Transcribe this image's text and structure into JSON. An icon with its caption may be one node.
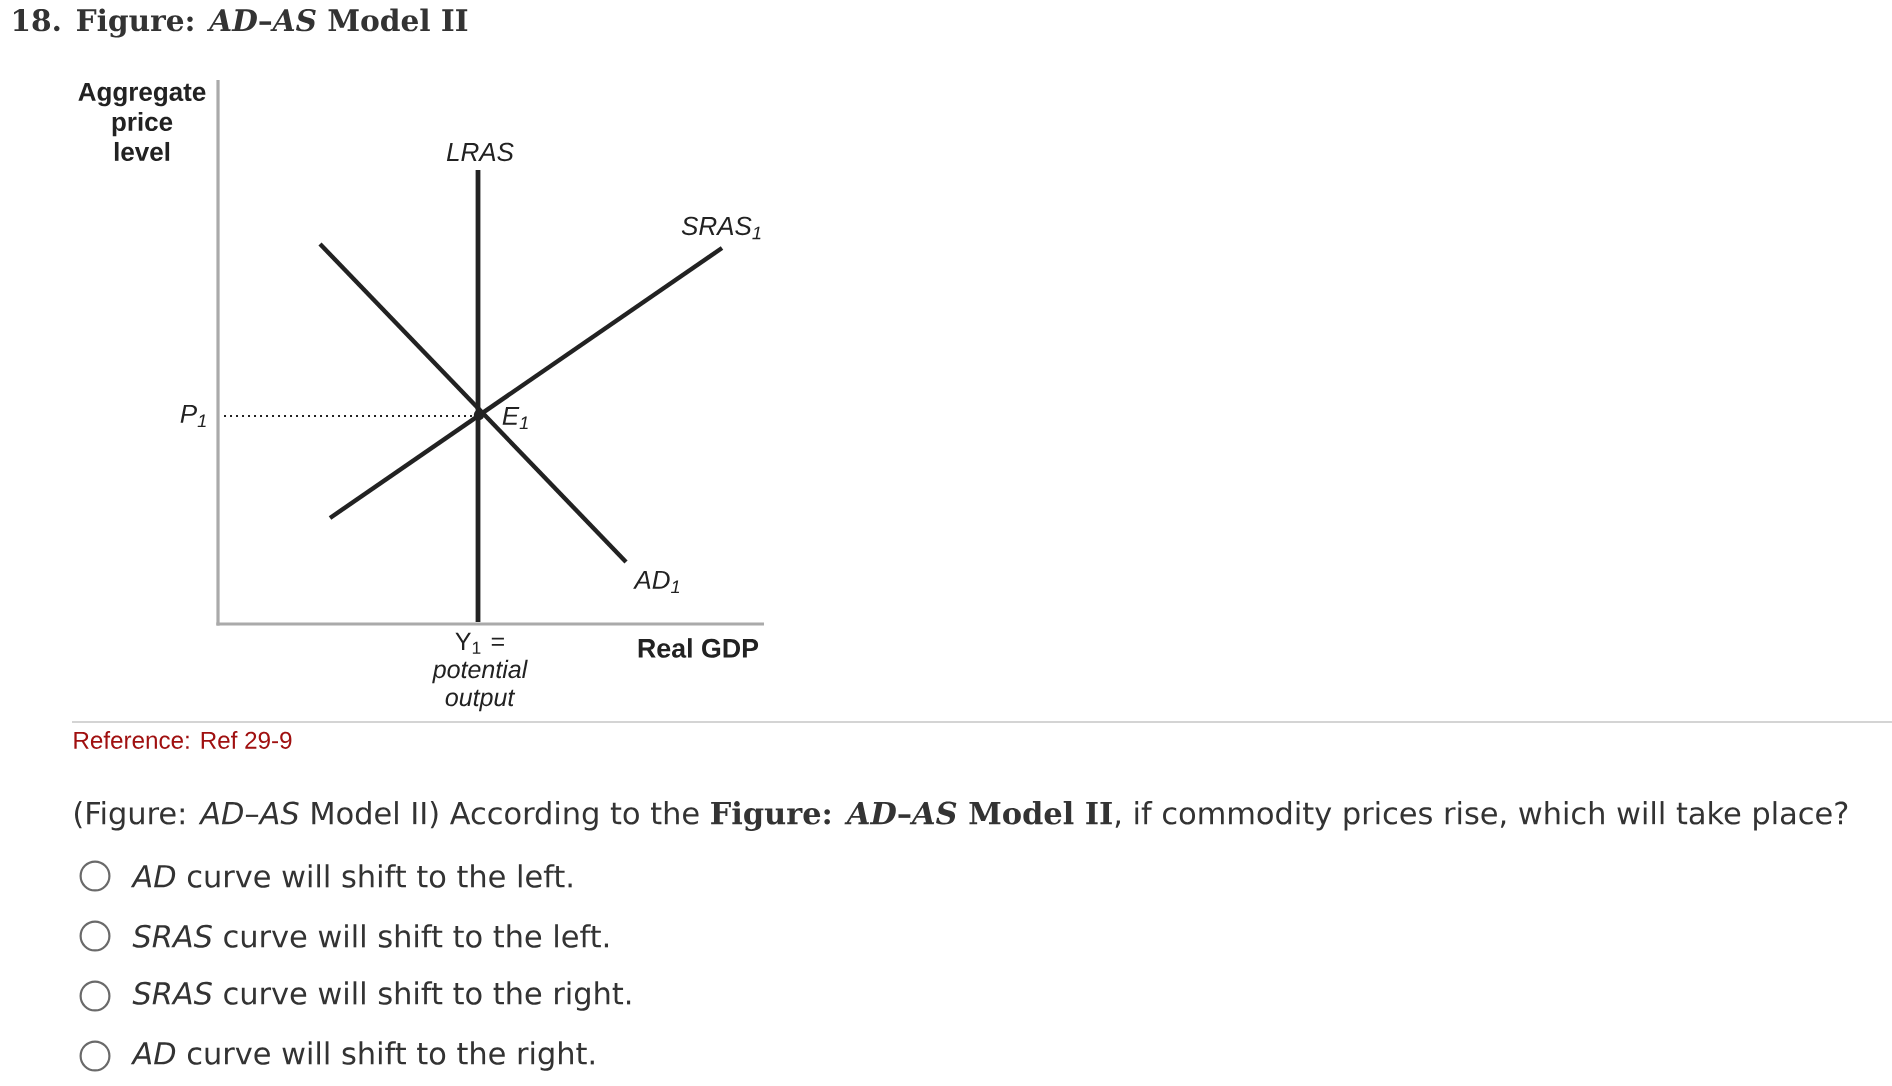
{
  "diagram": {
    "title": "18. Figure: *AD*–*AS* Model II",
    "labels": [
      "Aggregate price level",
      "LRAS",
      "SRAS$_{1}$",
      "P$_{1}$",
      "E$_{1}$",
      "AD$_{1}$",
      "Y$_{1}$ = *potential output*",
      "Real GDP",
      "Reference: Ref 29-9",
      "(Figure: *AD*–*AS* Model II) According to the **Figure: *AD*–*AS* Model II**, if commodity prices rise, which will take place?",
      "*AD* curve will shift to the left.",
      "*SRAS* curve will shift to the left.",
      "*SRAS* curve will shift to the right.",
      "*AD* curve will shift to the right."
    ]
  }
}
